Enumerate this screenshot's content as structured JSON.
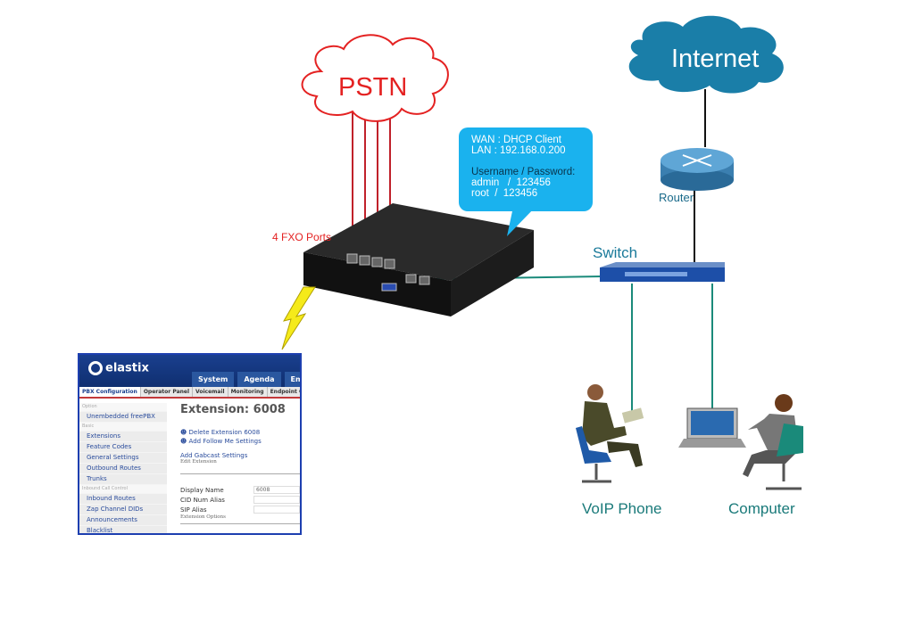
{
  "clouds": {
    "pstn": "PSTN",
    "internet": "Internet"
  },
  "labels": {
    "fxo_ports": "4 FXO Ports",
    "router": "Router",
    "switch": "Switch",
    "voip_phone": "VoIP Phone",
    "computer": "Computer"
  },
  "callout": {
    "wan": "WAN : DHCP Client",
    "lan": "LAN : 192.168.0.200",
    "cred_title": "Username / Password:",
    "cred_admin": "admin   /  123456",
    "cred_root": "root  /  123456"
  },
  "colors": {
    "cloud_pstn": "#e42222",
    "cloud_internet": "#1a7ea8",
    "callout": "#1ab2ee",
    "label_teal": "#1a7a7a",
    "link": "#1a8a7a",
    "pstn_line": "#c0212a",
    "lightning": "#f5ea1a"
  },
  "elastix": {
    "logo": "elastix",
    "top_tabs": [
      "System",
      "Agenda",
      "Email"
    ],
    "sub_tabs": [
      "PBX Configuration",
      "Operator Panel",
      "Voicemail",
      "Monitoring",
      "Endpoint C"
    ],
    "sidebar": [
      {
        "cat": "Option"
      },
      {
        "item": "Unembedded freePBX"
      },
      {
        "cat": "Basic"
      },
      {
        "item": "Extensions"
      },
      {
        "item": "Feature Codes"
      },
      {
        "item": "General Settings"
      },
      {
        "item": "Outbound Routes"
      },
      {
        "item": "Trunks"
      },
      {
        "cat": "Inbound Call Control"
      },
      {
        "item": "Inbound Routes"
      },
      {
        "item": "Zap Channel DIDs"
      },
      {
        "item": "Announcements"
      },
      {
        "item": "Blacklist"
      }
    ],
    "title": "Extension: 6008",
    "links": [
      "Delete Extension 6008",
      "Add Follow Me Settings"
    ],
    "gabcast": "Add Gabcast Settings",
    "edit_section": "Edit Extension",
    "fields": [
      {
        "label": "Display Name",
        "value": "6008"
      },
      {
        "label": "CID Num Alias",
        "value": ""
      },
      {
        "label": "SIP Alias",
        "value": ""
      }
    ],
    "options_section": "Extension Options"
  }
}
